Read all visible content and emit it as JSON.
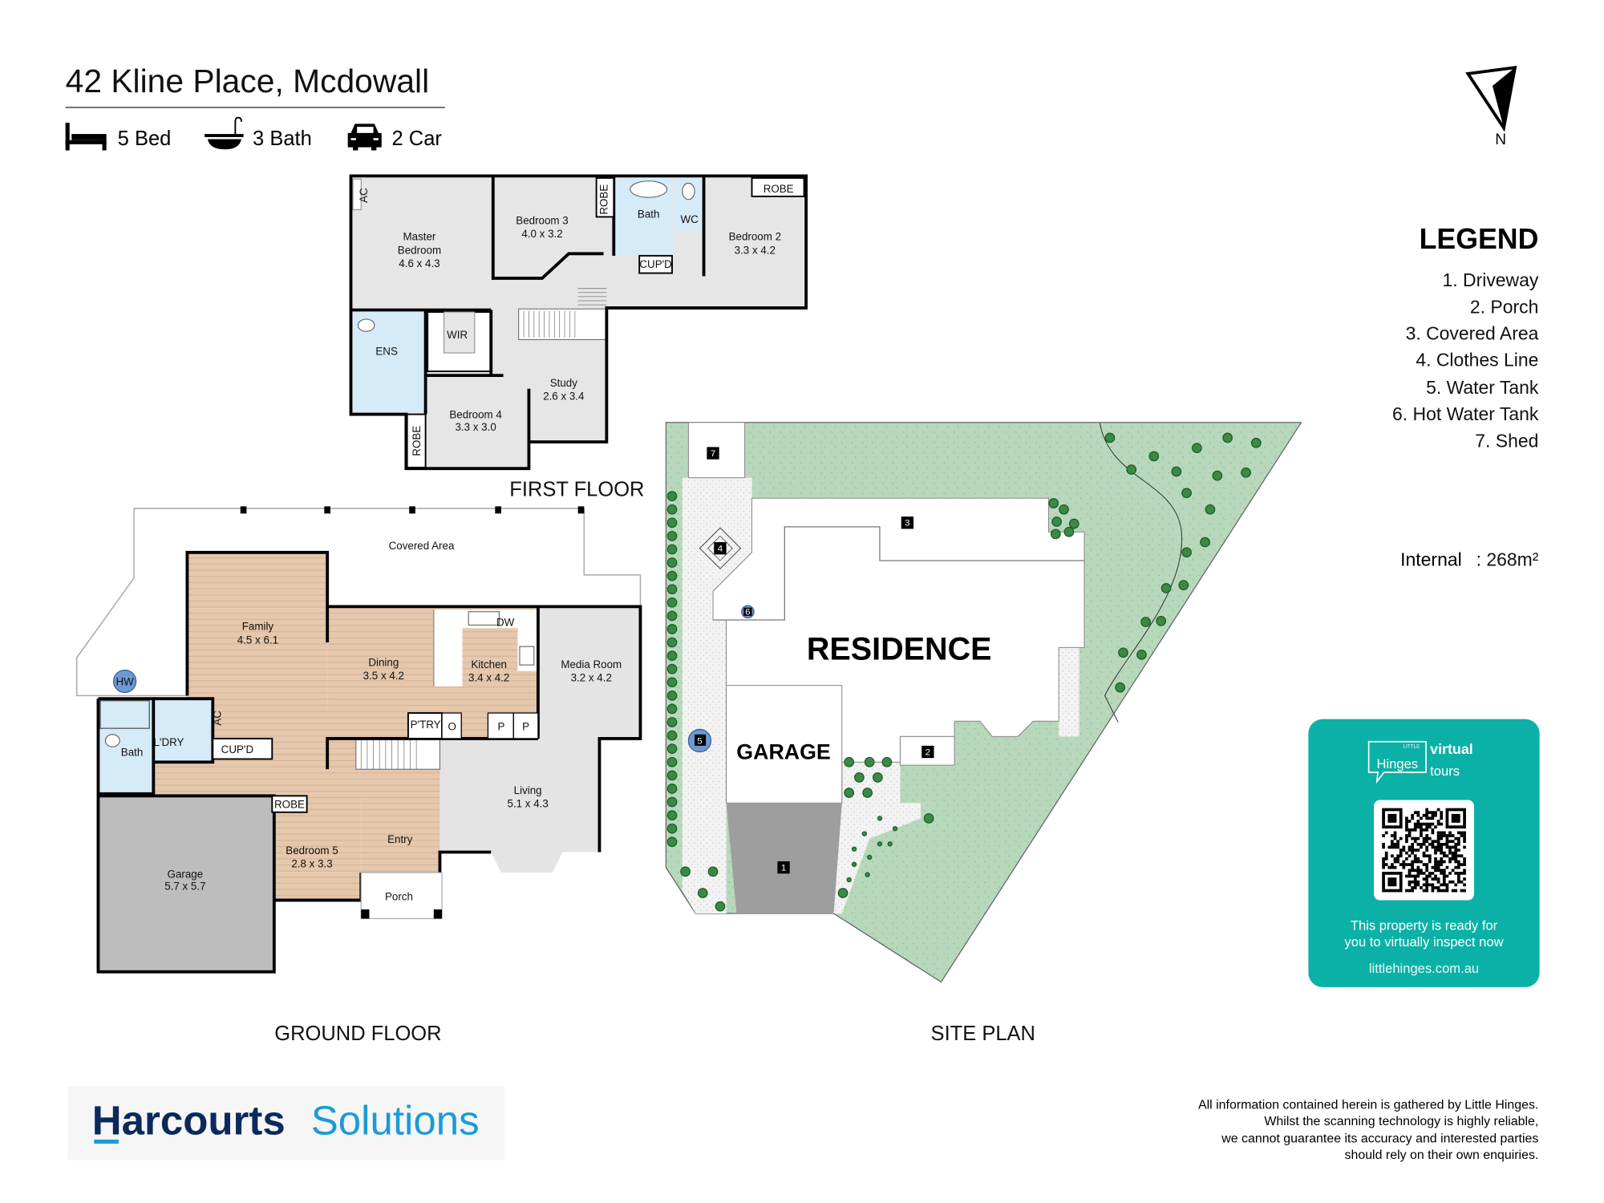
{
  "header": {
    "title": "42 Kline Place, Mcdowall",
    "features": [
      {
        "icon": "bed-icon",
        "label": "5 Bed"
      },
      {
        "icon": "bath-icon",
        "label": "3 Bath"
      },
      {
        "icon": "car-icon",
        "label": "2 Car"
      }
    ]
  },
  "compass": {
    "label": "N"
  },
  "legend": {
    "title": "LEGEND",
    "items": [
      "1. Driveway",
      "2. Porch",
      "3. Covered Area",
      "4. Clothes Line",
      "5. Water Tank",
      "6. Hot Water Tank",
      "7. Shed"
    ],
    "internal_label": "Internal",
    "internal_value": ": 268m²"
  },
  "first_floor": {
    "title": "FIRST FLOOR",
    "master_line1": "Master",
    "master_line2": "Bedroom",
    "master_dims": "4.6 x 4.3",
    "bed3": "Bedroom 3",
    "bed3_dims": "4.0 x 3.2",
    "bed2": "Bedroom 2",
    "bed2_dims": "3.3 x 4.2",
    "bath": "Bath",
    "wc": "WC",
    "cupd": "CUP'D",
    "robe": "ROBE",
    "ac": "AC",
    "wir": "WIR",
    "ens": "ENS",
    "study": "Study",
    "study_dims": "2.6 x 3.4",
    "bed4": "Bedroom 4",
    "bed4_dims": "3.3 x 3.0"
  },
  "ground_floor": {
    "title": "GROUND FLOOR",
    "covered": "Covered Area",
    "family": "Family",
    "family_dims": "4.5 x 6.1",
    "dining": "Dining",
    "dining_dims": "3.5 x 4.2",
    "kitchen": "Kitchen",
    "kitchen_dims": "3.4 x 4.2",
    "media": "Media Room",
    "media_dims": "3.2 x 4.2",
    "hw": "HW",
    "laundry": "L'DRY",
    "bath": "Bath",
    "cupd": "CUP'D",
    "ac": "AC",
    "pantry": "P'TRY",
    "o": "O",
    "p": "P",
    "dw": "DW",
    "robe": "ROBE",
    "living": "Living",
    "living_dims": "5.1 x 4.3",
    "bed5": "Bedroom 5",
    "bed5_dims": "2.8 x 3.3",
    "entry": "Entry",
    "porch": "Porch",
    "garage": "Garage",
    "garage_dims": "5.7 x 5.7"
  },
  "site_plan": {
    "title": "SITE PLAN",
    "residence": "RESIDENCE",
    "garage": "GARAGE",
    "markers": [
      "1",
      "2",
      "3",
      "4",
      "5",
      "6",
      "7"
    ]
  },
  "virtual_tour": {
    "brand_small": "LITTLE",
    "brand": "Hinges",
    "virtual": "virtual",
    "tours": "tours",
    "line1": "This property is ready for",
    "line2": "you to virtually inspect now",
    "url": "littlehinges.com.au",
    "color": "#0bb1a7"
  },
  "agency": {
    "name1": "Harcourts",
    "name2": "Solutions",
    "navy": "#0a2a5c",
    "blue": "#1a9bd7"
  },
  "disclaimer": [
    "All information contained herein is gathered by Little Hinges.",
    "Whilst the scanning technology is highly reliable,",
    "we cannot guarantee its accuracy and interested parties",
    "should rely on their own enquiries."
  ]
}
